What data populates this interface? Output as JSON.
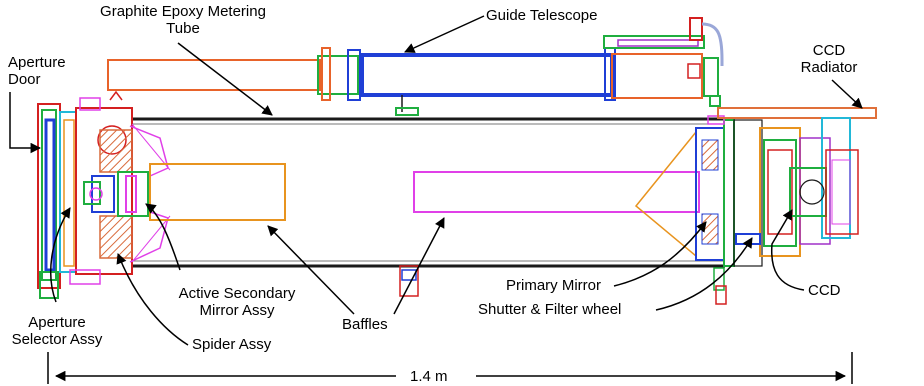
{
  "diagram": {
    "labels": {
      "metering_tube": [
        "Graphite Epoxy Metering",
        "Tube"
      ],
      "guide_telescope": "Guide Telescope",
      "aperture_door": [
        "Aperture",
        "Door"
      ],
      "ccd_radiator": [
        "CCD",
        "Radiator"
      ],
      "active_secondary": [
        "Active Secondary",
        "Mirror Assy"
      ],
      "aperture_selector": [
        "Aperture",
        "Selector Assy"
      ],
      "spider_assy": "Spider Assy",
      "baffles": "Baffles",
      "primary_mirror": "Primary Mirror",
      "shutter_filter": "Shutter & Filter wheel",
      "ccd": "CCD",
      "length": "1.4 m"
    },
    "colors": {
      "outline": "#1a1a1a",
      "tube_fill": "#ffffff",
      "guide_scope_blue": "#1f3fd6",
      "guide_tube_orange": "#e8632a",
      "baffle_orange": "#e8941f",
      "baffle_magenta": "#e040e8",
      "hatch_orange": "#d96b3c",
      "radiator_orange": "#e0703a",
      "green": "#1fae3f",
      "cyan": "#22b8d8",
      "red": "#d42020",
      "purple": "#a030c8",
      "pink": "#ff7fd0"
    }
  }
}
